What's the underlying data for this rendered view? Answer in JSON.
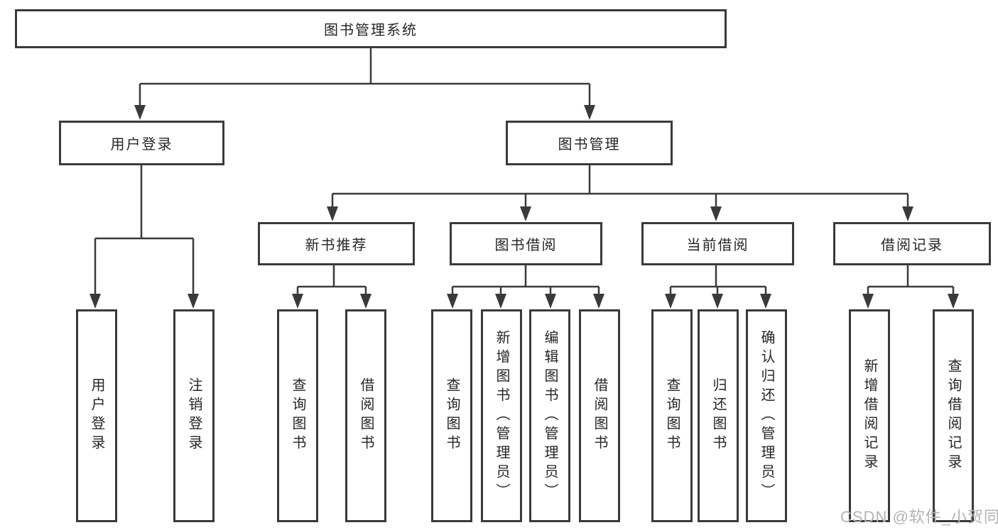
{
  "root": {
    "label": "图书管理系统"
  },
  "level1": [
    {
      "label": "用户登录"
    },
    {
      "label": "图书管理"
    }
  ],
  "level2": [
    {
      "label": "新书推荐"
    },
    {
      "label": "图书借阅"
    },
    {
      "label": "当前借阅"
    },
    {
      "label": "借阅记录"
    }
  ],
  "leaves": {
    "login": [
      {
        "label": "用户登录"
      },
      {
        "label": "注销登录"
      }
    ],
    "recommend": [
      {
        "label": "查询图书"
      },
      {
        "label": "借阅图书"
      }
    ],
    "borrow": [
      {
        "label": "查询图书"
      },
      {
        "label": "新增图书（管理员）"
      },
      {
        "label": "编辑图书（管理员）"
      },
      {
        "label": "借阅图书"
      }
    ],
    "current": [
      {
        "label": "查询图书"
      },
      {
        "label": "归还图书"
      },
      {
        "label": "确认归还（管理员）"
      }
    ],
    "records": [
      {
        "label": "新增借阅记录"
      },
      {
        "label": "查询借阅记录"
      }
    ]
  },
  "watermark": {
    "text": "CSDN @软件_小贺同学"
  },
  "colors": {
    "line": "#3a3a3a",
    "border": "#3a3a3a",
    "text": "#262626",
    "watermark": "#b3b3b3",
    "background": "#ffffff"
  }
}
